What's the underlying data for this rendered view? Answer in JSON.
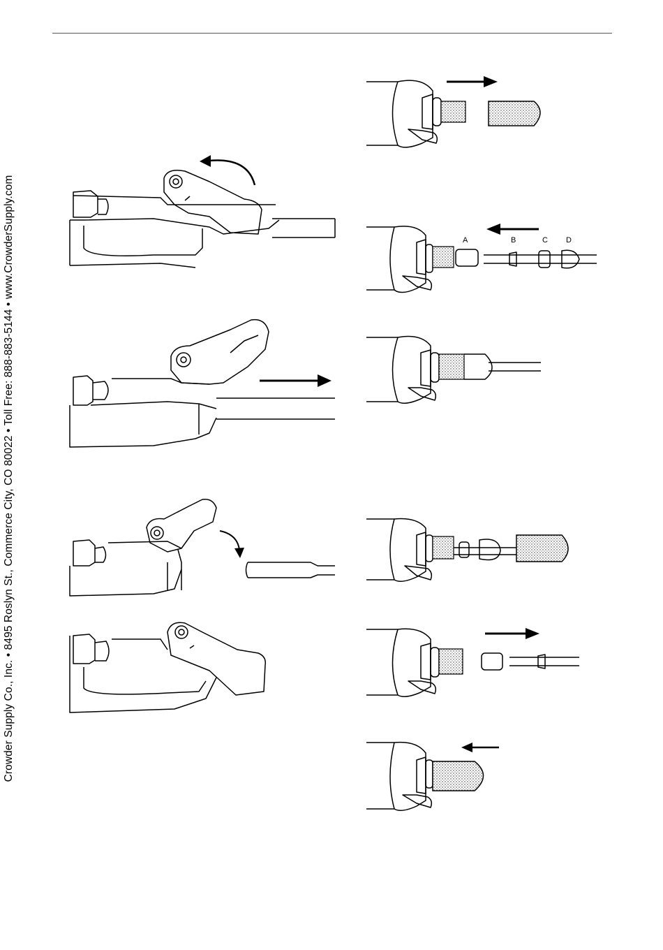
{
  "sidebar": {
    "text": "Crowder Supply Co., Inc. • 8495 Roslyn St., Commerce City, CO 80022 • Toll Free: 888-883-5144 • www.CrowderSupply.com"
  },
  "figures": {
    "parts_labels": {
      "a": "A",
      "b": "B",
      "c": "C",
      "d": "D"
    }
  },
  "icons": [
    "arrow-right-icon",
    "arrow-left-icon",
    "curved-arrow-icon"
  ],
  "colors": {
    "line": "#000000",
    "background": "#ffffff"
  }
}
